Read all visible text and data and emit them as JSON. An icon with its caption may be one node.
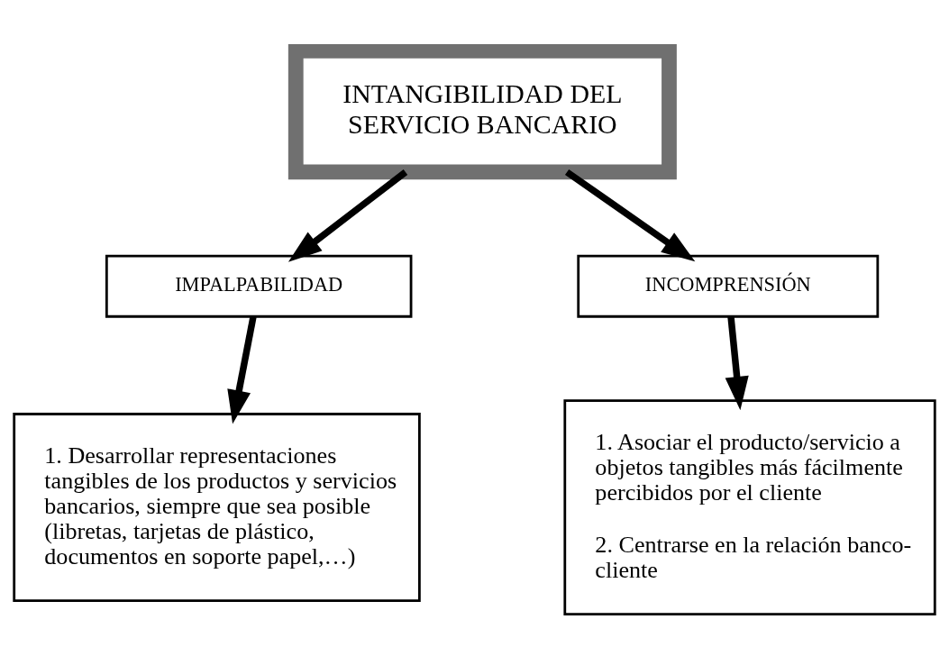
{
  "diagram": {
    "nodes": [
      {
        "text": [
          "INTANGIBILIDAD DEL SERVICIO BANCARIO"
        ]
      },
      {
        "text": [
          "IMPALPABILIDAD"
        ]
      },
      {
        "text": [
          "INCOMPRENSIÓN"
        ]
      },
      {
        "text": [
          "1. Desarrollar representaciones tangibles de los productos y servicios bancarios, siempre que sea posible (libretas, tarjetas de plástico, documentos en soporte papel,…)"
        ]
      },
      {
        "text": [
          "1. Asociar el producto/servicio a objetos tangibles más fácilmente percibidos por el cliente",
          "2. Centrarse en la relación banco-cliente"
        ]
      }
    ],
    "edges": [
      {
        "from": 0,
        "to": 1,
        "arrow": "to"
      },
      {
        "from": 0,
        "to": 2,
        "arrow": "to"
      },
      {
        "from": 1,
        "to": 3,
        "arrow": "to"
      },
      {
        "from": 2,
        "to": 4,
        "arrow": "to"
      }
    ]
  }
}
